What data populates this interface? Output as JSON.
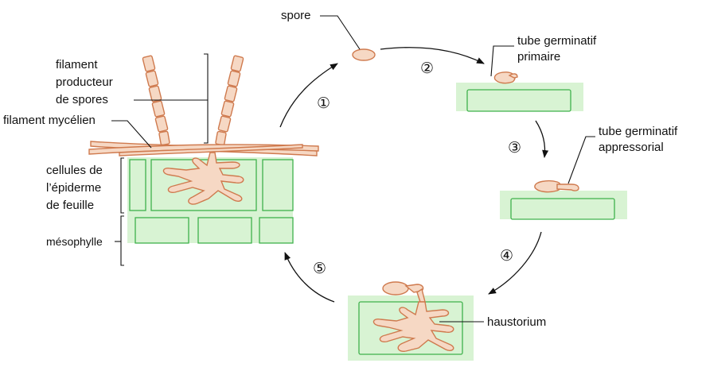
{
  "labels": {
    "spore": "spore",
    "tube_primaire_1": "tube germinatif",
    "tube_primaire_2": "primaire",
    "tube_appressorial_1": "tube germinatif",
    "tube_appressorial_2": "appressorial",
    "haustorium": "haustorium",
    "filament_producteur_1": "filament",
    "filament_producteur_2": "producteur",
    "filament_producteur_3": "de spores",
    "filament_mycelien": "filament mycélien",
    "epiderme_1": "cellules de",
    "epiderme_2": "l’épiderme",
    "epiderme_3": "de feuille",
    "mesophylle": "mésophylle"
  },
  "steps": [
    "①",
    "②",
    "③",
    "④",
    "⑤"
  ],
  "colors": {
    "fungus_fill": "#f6d8c4",
    "fungus_stroke": "#cf7a4e",
    "cell_fill": "#d8f3d3",
    "cell_stroke": "#3fb24c"
  }
}
